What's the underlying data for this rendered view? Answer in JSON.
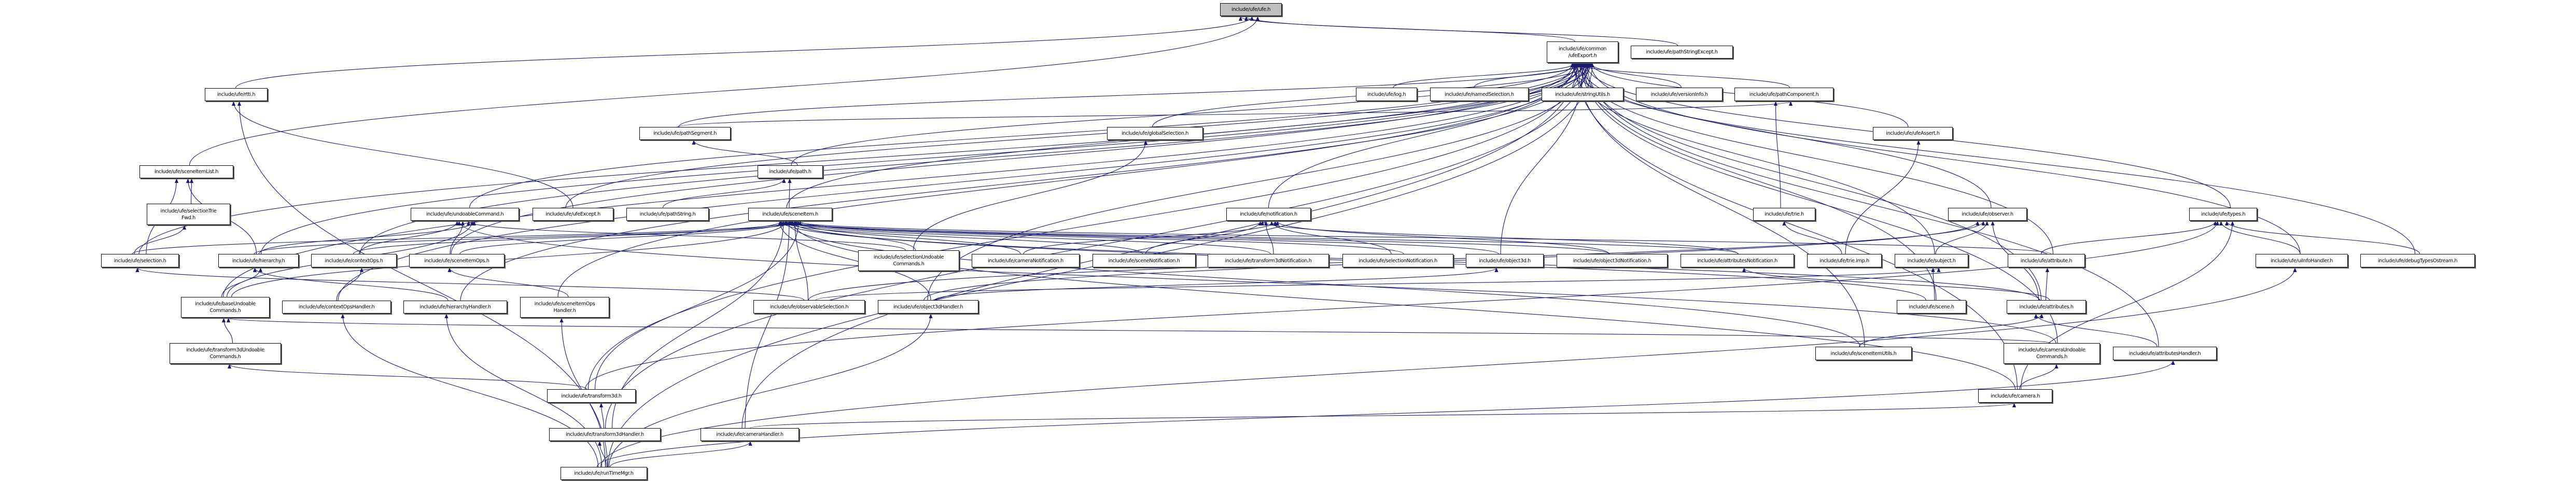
{
  "graph": {
    "root": "ufe",
    "edge_color": "#191970",
    "root_fill": "#bfbfbf",
    "nodes": {
      "ufe": {
        "label": "include/ufe/ufe.h"
      },
      "ufeExport": {
        "label": "include/ufe/common\n/ufeExport.h"
      },
      "pathStringExcept": {
        "label": "include/ufe/pathStringExcept.h"
      },
      "rtti": {
        "label": "include/ufe/rtti.h"
      },
      "log": {
        "label": "include/ufe/log.h"
      },
      "namedSelection": {
        "label": "include/ufe/namedSelection.h"
      },
      "stringUtils": {
        "label": "include/ufe/stringUtils.h"
      },
      "versionInfo": {
        "label": "include/ufe/versionInfo.h"
      },
      "pathComponent": {
        "label": "include/ufe/pathComponent.h"
      },
      "pathSegment": {
        "label": "include/ufe/pathSegment.h"
      },
      "globalSelection": {
        "label": "include/ufe/globalSelection.h"
      },
      "ufeAssert": {
        "label": "include/ufe/ufeAssert.h"
      },
      "sceneItemList": {
        "label": "include/ufe/sceneItemList.h"
      },
      "path": {
        "label": "include/ufe/path.h"
      },
      "selectionTrieFwd": {
        "label": "include/ufe/selectionTrie\nFwd.h"
      },
      "undoableCommand": {
        "label": "include/ufe/undoableCommand.h"
      },
      "ufeExcept": {
        "label": "include/ufe/ufeExcept.h"
      },
      "pathString": {
        "label": "include/ufe/pathString.h"
      },
      "sceneItem": {
        "label": "include/ufe/sceneItem.h"
      },
      "notification": {
        "label": "include/ufe/notification.h"
      },
      "trie": {
        "label": "include/ufe/trie.h"
      },
      "observer": {
        "label": "include/ufe/observer.h"
      },
      "types": {
        "label": "include/ufe/types.h"
      },
      "selection": {
        "label": "include/ufe/selection.h"
      },
      "hierarchy": {
        "label": "include/ufe/hierarchy.h"
      },
      "contextOps": {
        "label": "include/ufe/contextOps.h"
      },
      "sceneItemOps": {
        "label": "include/ufe/sceneItemOps.h"
      },
      "selectionUndoableCommands": {
        "label": "include/ufe/selectionUndoable\nCommands.h"
      },
      "cameraNotification": {
        "label": "include/ufe/cameraNotification.h"
      },
      "sceneNotification": {
        "label": "include/ufe/sceneNotification.h"
      },
      "transform3dNotification": {
        "label": "include/ufe/transform3dNotification.h"
      },
      "selectionNotification": {
        "label": "include/ufe/selectionNotification.h"
      },
      "object3d": {
        "label": "include/ufe/object3d.h"
      },
      "object3dNotification": {
        "label": "include/ufe/object3dNotification.h"
      },
      "attributesNotification": {
        "label": "include/ufe/attributesNotification.h"
      },
      "trieImp": {
        "label": "include/ufe/trie.imp.h"
      },
      "subject": {
        "label": "include/ufe/subject.h"
      },
      "attribute": {
        "label": "include/ufe/attribute.h"
      },
      "uiInfoHandler": {
        "label": "include/ufe/uiInfoHandler.h"
      },
      "debugTypesOstream": {
        "label": "include/ufe/debugTypesOstream.h"
      },
      "baseUndoableCommands": {
        "label": "include/ufe/baseUndoable\nCommands.h"
      },
      "contextOpsHandler": {
        "label": "include/ufe/contextOpsHandler.h"
      },
      "hierarchyHandler": {
        "label": "include/ufe/hierarchyHandler.h"
      },
      "sceneItemOpsHandler": {
        "label": "include/ufe/sceneItemOps\nHandler.h"
      },
      "observableSelection": {
        "label": "include/ufe/observableSelection.h"
      },
      "object3dHandler": {
        "label": "include/ufe/object3dHandler.h"
      },
      "scene": {
        "label": "include/ufe/scene.h"
      },
      "attributes": {
        "label": "include/ufe/attributes.h"
      },
      "transform3dUndoableCommands": {
        "label": "include/ufe/transform3dUndoable\nCommands.h"
      },
      "sceneItemUtils": {
        "label": "include/ufe/sceneItemUtils.h"
      },
      "cameraUndoableCommands": {
        "label": "include/ufe/cameraUndoable\nCommands.h"
      },
      "attributesHandler": {
        "label": "include/ufe/attributesHandler.h"
      },
      "transform3d": {
        "label": "include/ufe/transform3d.h"
      },
      "camera": {
        "label": "include/ufe/camera.h"
      },
      "transform3dHandler": {
        "label": "include/ufe/transform3dHandler.h"
      },
      "cameraHandler": {
        "label": "include/ufe/cameraHandler.h"
      },
      "runTimeMgr": {
        "label": "include/ufe/runTimeMgr.h"
      }
    },
    "edges": [
      [
        "ufeExport",
        "ufe"
      ],
      [
        "pathStringExcept",
        "ufe"
      ],
      [
        "rtti",
        "ufe"
      ],
      [
        "sceneItemList",
        "ufe"
      ],
      [
        "log",
        "ufeExport"
      ],
      [
        "namedSelection",
        "ufeExport"
      ],
      [
        "stringUtils",
        "ufeExport"
      ],
      [
        "versionInfo",
        "ufeExport"
      ],
      [
        "pathComponent",
        "ufeExport"
      ],
      [
        "pathSegment",
        "ufeExport"
      ],
      [
        "globalSelection",
        "ufeExport"
      ],
      [
        "path",
        "ufeExport"
      ],
      [
        "undoableCommand",
        "ufeExport"
      ],
      [
        "ufeExcept",
        "ufeExport"
      ],
      [
        "sceneItem",
        "ufeExport"
      ],
      [
        "notification",
        "ufeExport"
      ],
      [
        "observer",
        "ufeExport"
      ],
      [
        "types",
        "ufeExport"
      ],
      [
        "ufeAssert",
        "ufeExport"
      ],
      [
        "selection",
        "ufeExport"
      ],
      [
        "hierarchy",
        "ufeExport"
      ],
      [
        "contextOps",
        "ufeExport"
      ],
      [
        "sceneItemOps",
        "ufeExport"
      ],
      [
        "baseUndoableCommands",
        "ufeExport"
      ],
      [
        "contextOpsHandler",
        "ufeExport"
      ],
      [
        "hierarchyHandler",
        "ufeExport"
      ],
      [
        "sceneItemOpsHandler",
        "ufeExport"
      ],
      [
        "transform3d",
        "ufeExport"
      ],
      [
        "transform3dHandler",
        "ufeExport"
      ],
      [
        "runTimeMgr",
        "ufeExport"
      ],
      [
        "cameraHandler",
        "ufeExport"
      ],
      [
        "object3d",
        "ufeExport"
      ],
      [
        "object3dHandler",
        "ufeExport"
      ],
      [
        "subject",
        "ufeExport"
      ],
      [
        "attribute",
        "ufeExport"
      ],
      [
        "attributes",
        "ufeExport"
      ],
      [
        "uiInfoHandler",
        "ufeExport"
      ],
      [
        "camera",
        "ufeExport"
      ],
      [
        "cameraUndoableCommands",
        "ufeExport"
      ],
      [
        "attributesHandler",
        "ufeExport"
      ],
      [
        "debugTypesOstream",
        "ufeExport"
      ],
      [
        "sceneItemUtils",
        "ufeExport"
      ],
      [
        "scene",
        "ufeExport"
      ],
      [
        "pathSegment",
        "pathComponent"
      ],
      [
        "trie",
        "pathComponent"
      ],
      [
        "ufeExcept",
        "rtti"
      ],
      [
        "runTimeMgr",
        "rtti"
      ],
      [
        "path",
        "pathSegment"
      ],
      [
        "pathString",
        "path"
      ],
      [
        "sceneItem",
        "path"
      ],
      [
        "selectionTrieFwd",
        "sceneItemList"
      ],
      [
        "selection",
        "sceneItemList"
      ],
      [
        "selection",
        "selectionTrieFwd"
      ],
      [
        "hierarchy",
        "sceneItemList"
      ],
      [
        "baseUndoableCommands",
        "undoableCommand"
      ],
      [
        "contextOps",
        "undoableCommand"
      ],
      [
        "sceneItemOps",
        "undoableCommand"
      ],
      [
        "selectionUndoableCommands",
        "undoableCommand"
      ],
      [
        "hierarchy",
        "undoableCommand"
      ],
      [
        "cameraUndoableCommands",
        "undoableCommand"
      ],
      [
        "selection",
        "sceneItem"
      ],
      [
        "hierarchy",
        "sceneItem"
      ],
      [
        "contextOps",
        "sceneItem"
      ],
      [
        "sceneItemOps",
        "sceneItem"
      ],
      [
        "selectionUndoableCommands",
        "sceneItem"
      ],
      [
        "cameraNotification",
        "sceneItem"
      ],
      [
        "sceneNotification",
        "sceneItem"
      ],
      [
        "transform3dNotification",
        "sceneItem"
      ],
      [
        "selectionNotification",
        "sceneItem"
      ],
      [
        "object3d",
        "sceneItem"
      ],
      [
        "object3dNotification",
        "sceneItem"
      ],
      [
        "attributesNotification",
        "sceneItem"
      ],
      [
        "attribute",
        "sceneItem"
      ],
      [
        "attributes",
        "sceneItem"
      ],
      [
        "sceneItemUtils",
        "sceneItem"
      ],
      [
        "camera",
        "sceneItem"
      ],
      [
        "transform3d",
        "sceneItem"
      ],
      [
        "transform3dHandler",
        "sceneItem"
      ],
      [
        "cameraHandler",
        "sceneItem"
      ],
      [
        "observableSelection",
        "sceneItem"
      ],
      [
        "object3dHandler",
        "sceneItem"
      ],
      [
        "baseUndoableCommands",
        "sceneItem"
      ],
      [
        "scene",
        "sceneItem"
      ],
      [
        "cameraNotification",
        "notification"
      ],
      [
        "sceneNotification",
        "notification"
      ],
      [
        "transform3dNotification",
        "notification"
      ],
      [
        "selectionNotification",
        "notification"
      ],
      [
        "object3dNotification",
        "notification"
      ],
      [
        "attributesNotification",
        "notification"
      ],
      [
        "subject",
        "observer"
      ],
      [
        "attributes",
        "observer"
      ],
      [
        "object3dHandler",
        "observer"
      ],
      [
        "observableSelection",
        "observer"
      ],
      [
        "scene",
        "subject"
      ],
      [
        "observableSelection",
        "subject"
      ],
      [
        "attribute",
        "types"
      ],
      [
        "uiInfoHandler",
        "types"
      ],
      [
        "debugTypesOstream",
        "types"
      ],
      [
        "camera",
        "types"
      ],
      [
        "transform3d",
        "types"
      ],
      [
        "trieImp",
        "trie"
      ],
      [
        "trieImp",
        "ufeAssert"
      ],
      [
        "selectionUndoableCommands",
        "globalSelection"
      ],
      [
        "hierarchyHandler",
        "hierarchy"
      ],
      [
        "baseUndoableCommands",
        "hierarchy"
      ],
      [
        "contextOpsHandler",
        "contextOps"
      ],
      [
        "sceneItemOpsHandler",
        "sceneItemOps"
      ],
      [
        "transform3dUndoableCommands",
        "baseUndoableCommands"
      ],
      [
        "transform3d",
        "transform3dUndoableCommands"
      ],
      [
        "transform3dHandler",
        "transform3d"
      ],
      [
        "runTimeMgr",
        "transform3dHandler"
      ],
      [
        "runTimeMgr",
        "cameraHandler"
      ],
      [
        "runTimeMgr",
        "contextOpsHandler"
      ],
      [
        "runTimeMgr",
        "hierarchyHandler"
      ],
      [
        "runTimeMgr",
        "sceneItemOpsHandler"
      ],
      [
        "runTimeMgr",
        "object3dHandler"
      ],
      [
        "runTimeMgr",
        "attributesHandler"
      ],
      [
        "runTimeMgr",
        "uiInfoHandler"
      ],
      [
        "cameraHandler",
        "camera"
      ],
      [
        "camera",
        "cameraUndoableCommands"
      ],
      [
        "attributesHandler",
        "attributes"
      ],
      [
        "sceneItemUtils",
        "attributes"
      ],
      [
        "attributes",
        "attribute"
      ],
      [
        "attributes",
        "attributesNotification"
      ],
      [
        "object3dHandler",
        "object3d"
      ],
      [
        "observableSelection",
        "selection"
      ],
      [
        "cameraUndoableCommands",
        "baseUndoableCommands"
      ]
    ]
  }
}
